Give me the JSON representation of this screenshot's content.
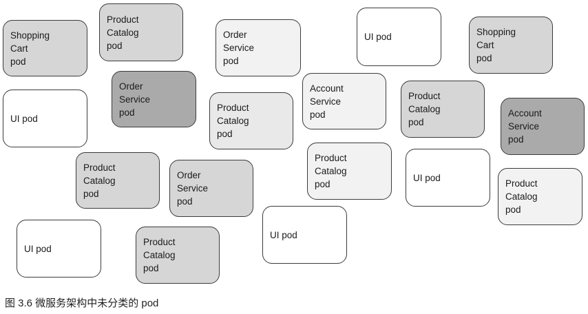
{
  "colors": {
    "white": "#ffffff",
    "very_light": "#f2f2f2",
    "light": "#e9e9e9",
    "medium": "#d6d6d6",
    "dark": "#aaaaaa",
    "border": "#3a3a3a"
  },
  "pods": [
    {
      "lines": [
        "Shopping",
        "Cart",
        "pod"
      ],
      "shade": "medium"
    },
    {
      "lines": [
        "Product",
        "Catalog",
        "pod"
      ],
      "shade": "medium"
    },
    {
      "lines": [
        "Order",
        "Service",
        "pod"
      ],
      "shade": "very_light"
    },
    {
      "lines": [
        "UI pod"
      ],
      "shade": "white"
    },
    {
      "lines": [
        "Shopping",
        "Cart",
        "pod"
      ],
      "shade": "medium"
    },
    {
      "lines": [
        "UI pod"
      ],
      "shade": "white"
    },
    {
      "lines": [
        "Order",
        "Service",
        "pod"
      ],
      "shade": "dark"
    },
    {
      "lines": [
        "Product",
        "Catalog",
        "pod"
      ],
      "shade": "light"
    },
    {
      "lines": [
        "Account",
        "Service",
        "pod"
      ],
      "shade": "very_light"
    },
    {
      "lines": [
        "Product",
        "Catalog",
        "pod"
      ],
      "shade": "medium"
    },
    {
      "lines": [
        "Account",
        "Service",
        "pod"
      ],
      "shade": "dark"
    },
    {
      "lines": [
        "Product",
        "Catalog",
        "pod"
      ],
      "shade": "medium"
    },
    {
      "lines": [
        "Order",
        "Service",
        "pod"
      ],
      "shade": "medium"
    },
    {
      "lines": [
        "Product",
        "Catalog",
        "pod"
      ],
      "shade": "very_light"
    },
    {
      "lines": [
        "UI pod"
      ],
      "shade": "white"
    },
    {
      "lines": [
        "Product",
        "Catalog",
        "pod"
      ],
      "shade": "very_light"
    },
    {
      "lines": [
        "UI pod"
      ],
      "shade": "white"
    },
    {
      "lines": [
        "Product",
        "Catalog",
        "pod"
      ],
      "shade": "medium"
    },
    {
      "lines": [
        "UI pod"
      ],
      "shade": "white"
    }
  ],
  "caption": "图 3.6   微服务架构中未分类的 pod"
}
